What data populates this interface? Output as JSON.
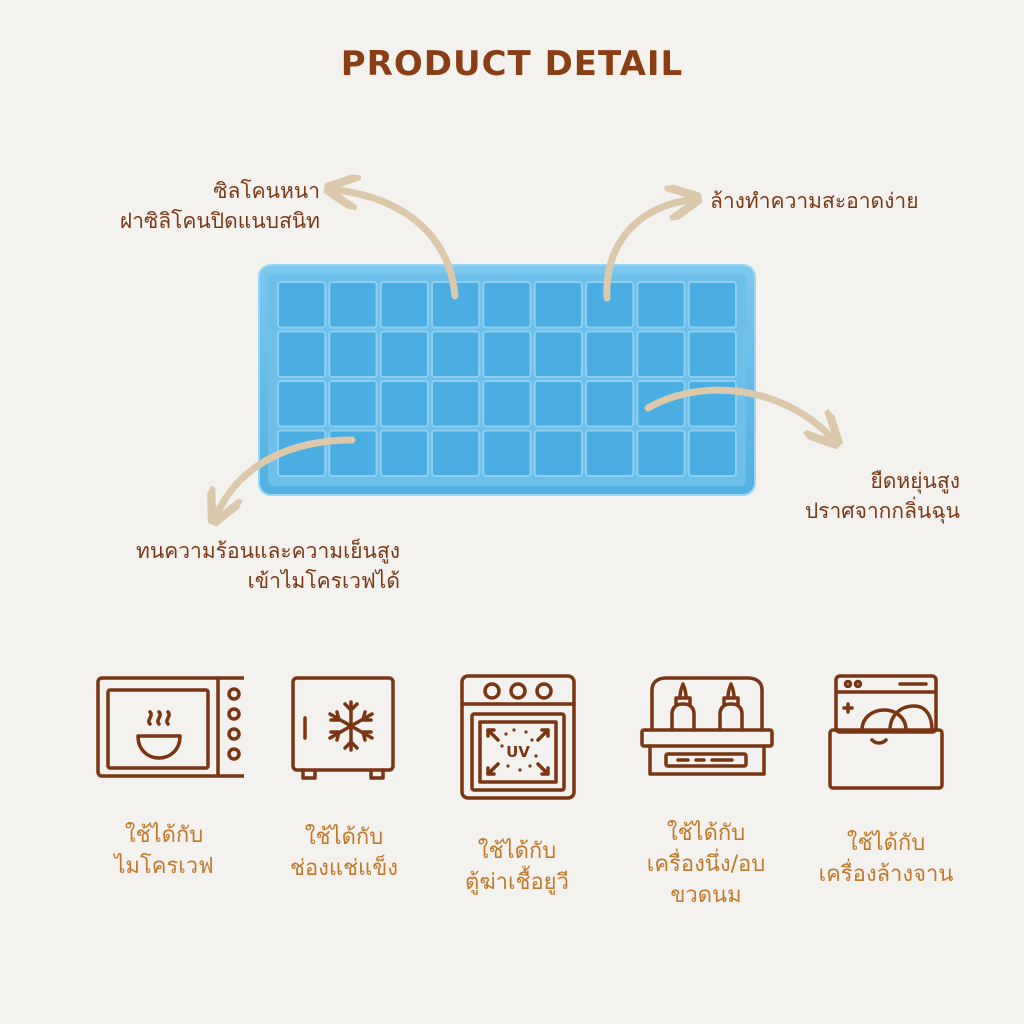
{
  "title": "PRODUCT DETAIL",
  "colors": {
    "background": "#f4f2ef",
    "title": "#8a3e14",
    "callout_text": "#7a3915",
    "icon_stroke": "#7a3512",
    "caption_text": "#c07a2a",
    "arrow": "#dcc9ab",
    "tray": "#5fb9e6"
  },
  "callouts": {
    "top_left": {
      "line1": "ซิลโคนหนา",
      "line2": "ฝาซิลิโคนปิดแนบสนิท"
    },
    "top_right": {
      "line1": "ล้างทำความสะอาดง่าย"
    },
    "right": {
      "line1": "ยืดหยุ่นสูง",
      "line2": "ปราศจากกลิ่นฉุน"
    },
    "bottom_left": {
      "line1": "ทนความร้อนและความเย็นสูง",
      "line2": "เข้าไมโครเวฟได้"
    }
  },
  "product": {
    "image": "blue-silicone-ice-cube-tray",
    "rows": 4,
    "columns": 9
  },
  "features": [
    {
      "icon": "microwave-icon",
      "line1": "ใช้ได้กับ",
      "line2": "ไมโครเวฟ",
      "line3": ""
    },
    {
      "icon": "freezer-icon",
      "line1": "ใช้ได้กับ",
      "line2": "ช่องแช่แข็ง",
      "line3": ""
    },
    {
      "icon": "uv-sterilizer-icon",
      "line1": "ใช้ได้กับ",
      "line2": "ตู้ฆ่าเชื้อยูวี",
      "line3": ""
    },
    {
      "icon": "bottle-steamer-icon",
      "line1": "ใช้ได้กับ",
      "line2": "เครื่องนึ่ง/อบ",
      "line3": "ขวดนม"
    },
    {
      "icon": "dishwasher-icon",
      "line1": "ใช้ได้กับ",
      "line2": "เครื่องล้างจาน",
      "line3": ""
    }
  ]
}
